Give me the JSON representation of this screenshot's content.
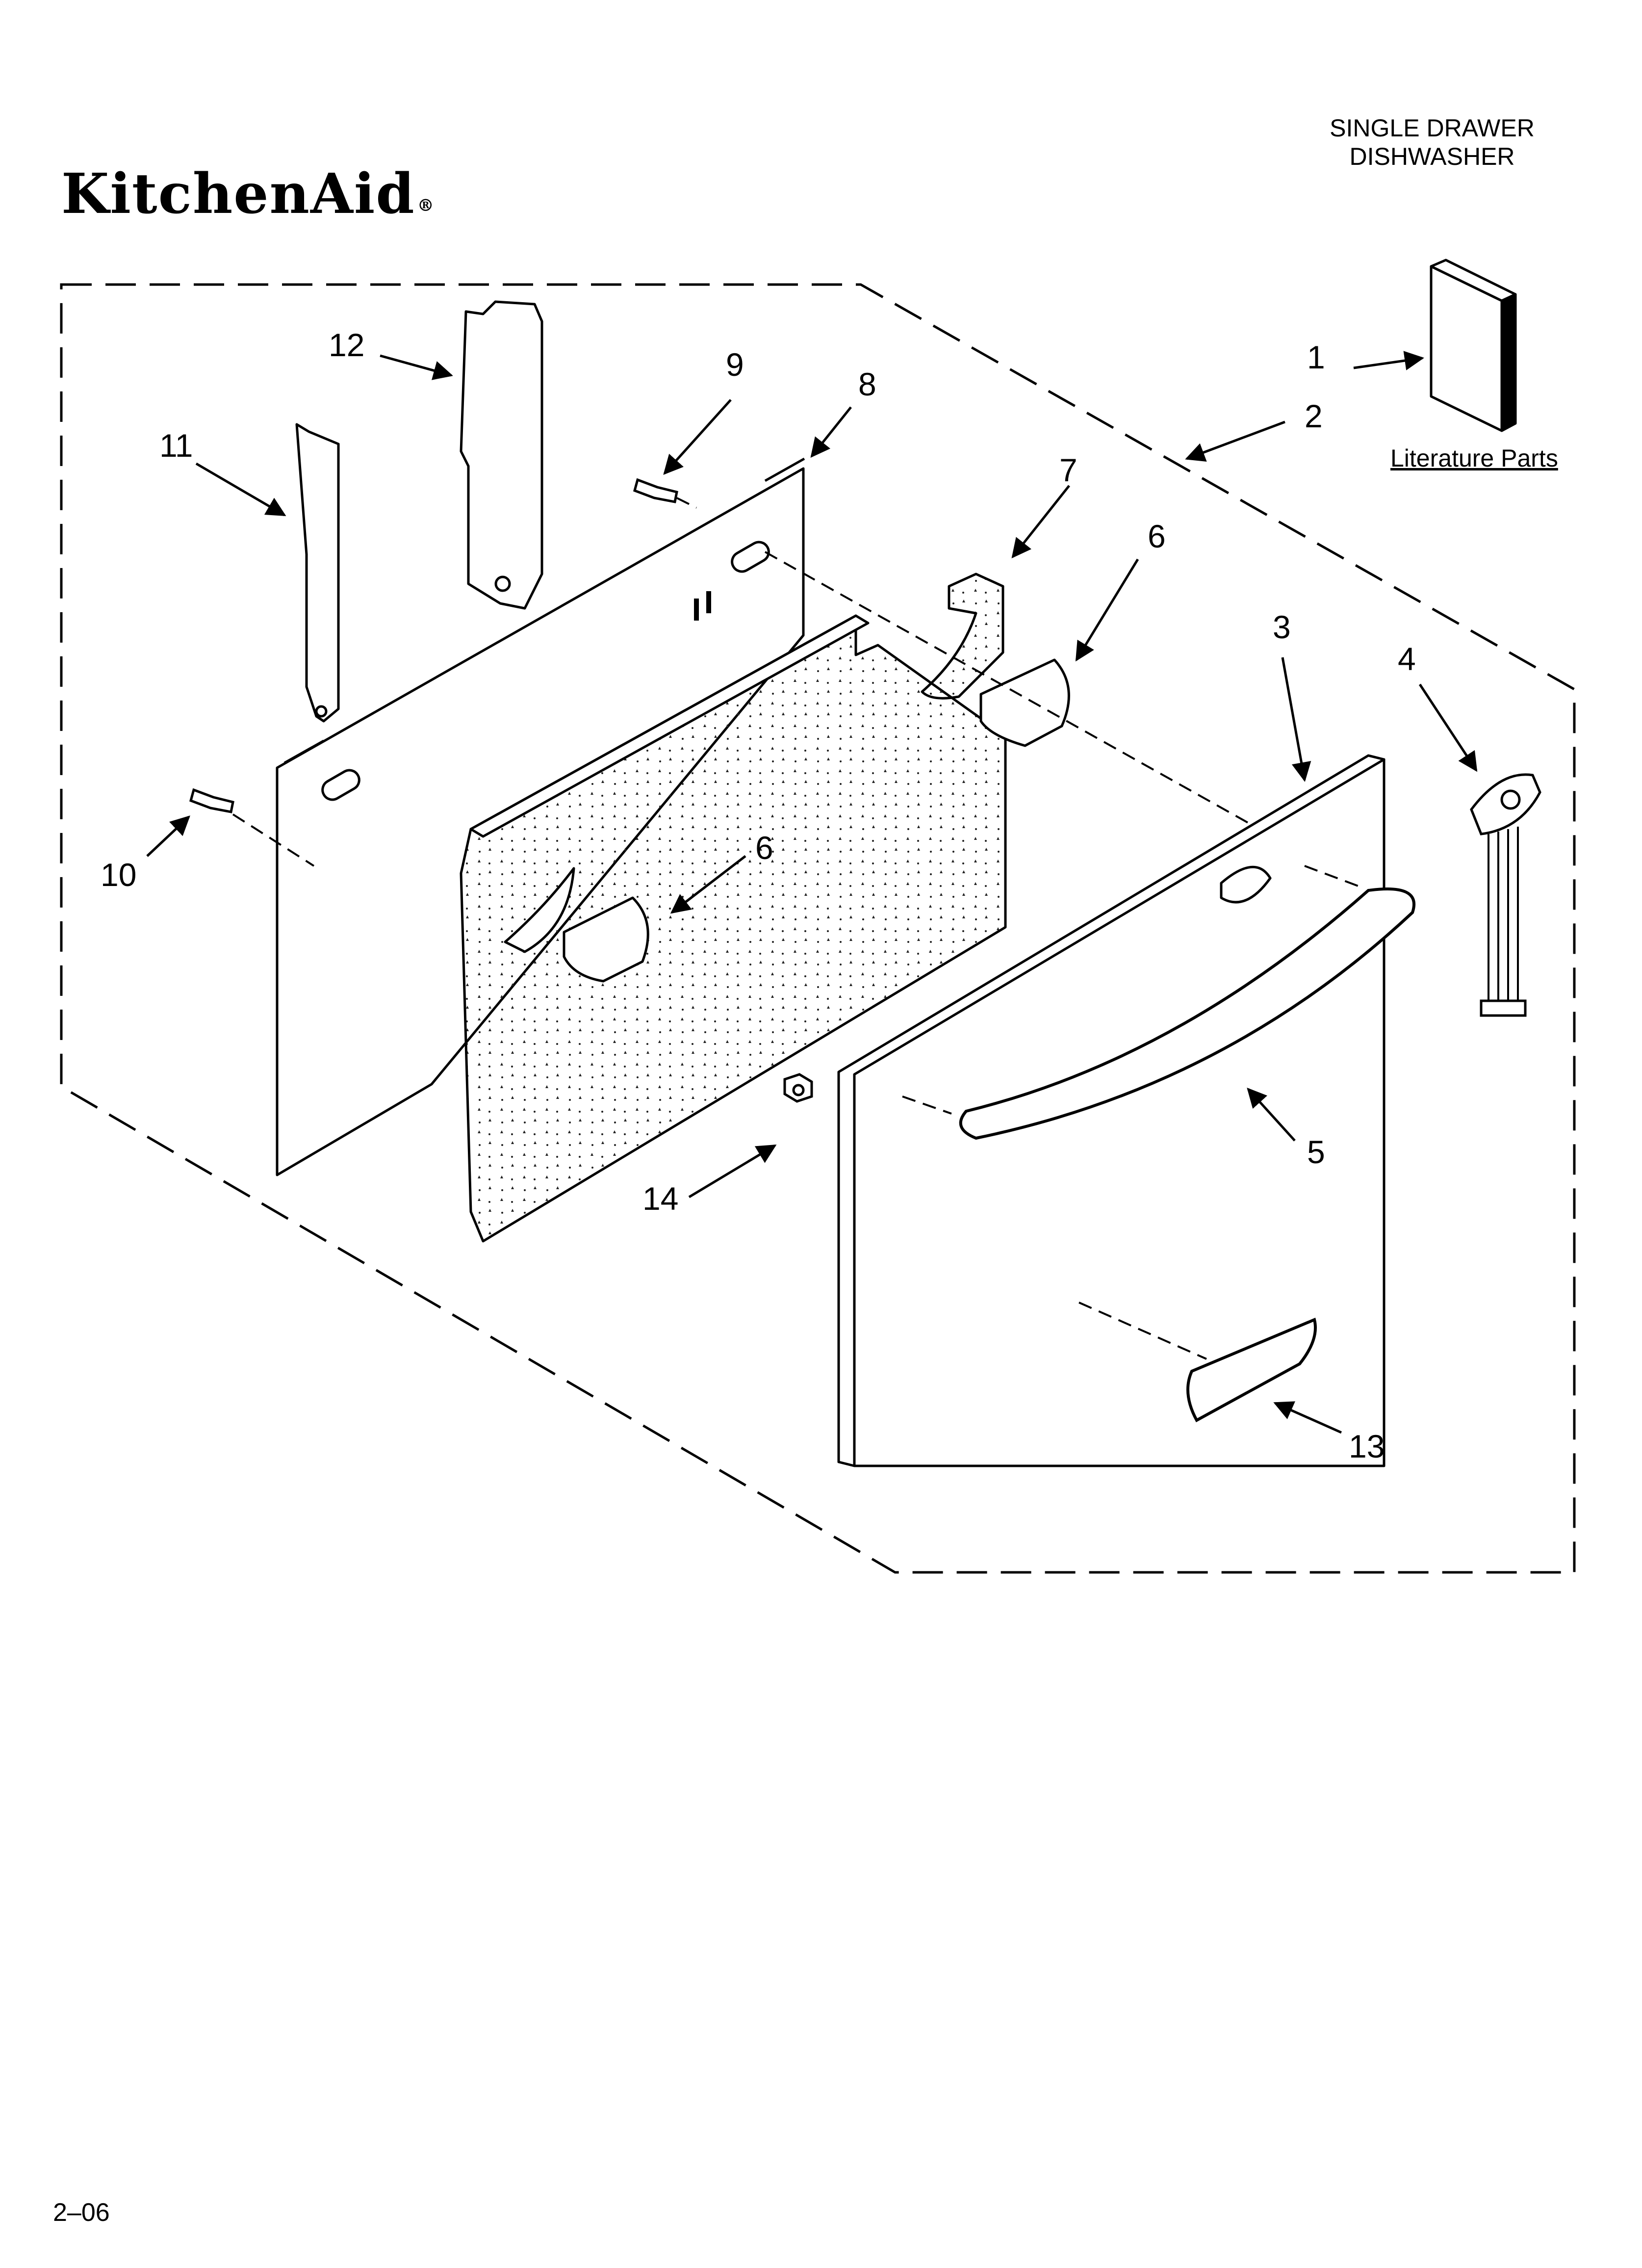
{
  "header": {
    "brand": "KitchenAid",
    "brand_mark": "®",
    "model_line1": "SINGLE DRAWER",
    "model_line2": "DISHWASHER"
  },
  "literature_label": "Literature Parts",
  "callouts": {
    "c1": "1",
    "c2": "2",
    "c3": "3",
    "c4": "4",
    "c5": "5",
    "c6a": "6",
    "c6b": "6",
    "c7": "7",
    "c8": "8",
    "c9": "9",
    "c10": "10",
    "c11": "11",
    "c12": "12",
    "c13": "13",
    "c14": "14"
  },
  "footer": {
    "page": "2–06"
  }
}
